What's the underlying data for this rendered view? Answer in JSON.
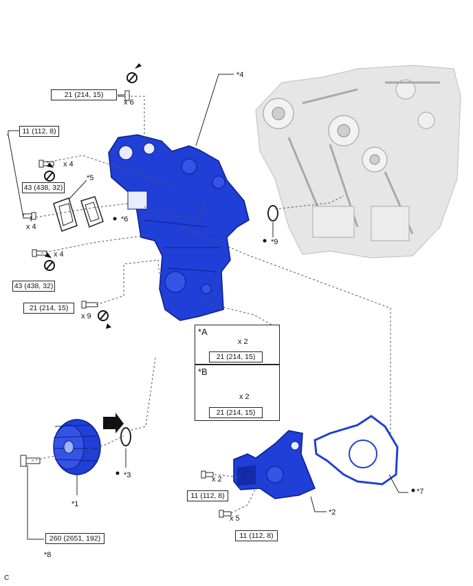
{
  "torque": {
    "t_top": "21 (214, 15)",
    "t_left_upper": "11 (112, 8)",
    "t_left_mid": "43 (438, 32)",
    "t_left_low": "43 (438, 32)",
    "t_left_bottom": "21 (214, 15)",
    "t_panelA": "21 (214, 15)",
    "t_panelB": "21 (214, 15)",
    "t_wp1": "11 (112, 8)",
    "t_wp2": "11 (112, 8)",
    "t_pulley": "260 (2651, 192)"
  },
  "counts": {
    "x6": "x 6",
    "x4a": "x 4",
    "x4b": "x 4",
    "x4c": "x 4",
    "x9": "x 9",
    "x2a": "x 2",
    "x2b": "x 2",
    "x2c": "x 2",
    "x5": "x 5"
  },
  "callouts": {
    "c1": "*1",
    "c2": "*2",
    "c3": "*3",
    "c4": "*4",
    "c5": "*5",
    "c6": "*6",
    "c7": "*7",
    "c8": "*8",
    "c9": "*9"
  },
  "panels": {
    "a": "*A",
    "b": "*B"
  },
  "corner_mark": "C",
  "colors": {
    "part_blue": "#1f3fd6",
    "part_dark": "#0b1d8a",
    "engine_gray": "#d9d9d9"
  }
}
